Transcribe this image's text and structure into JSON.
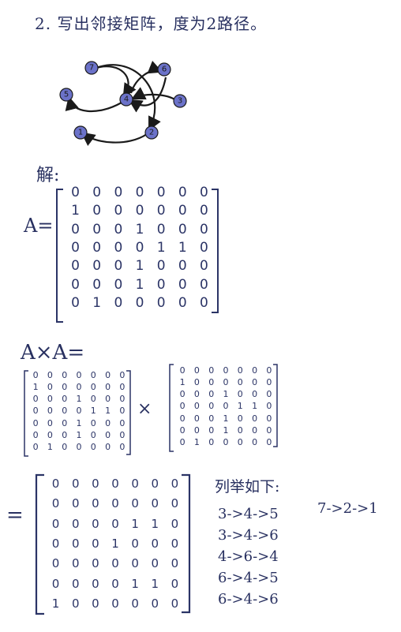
{
  "title": "2. 写出邻接矩阵，度为2路径。",
  "graph": {
    "nodes": [
      "7",
      "6",
      "5",
      "4",
      "3",
      "1",
      "2"
    ],
    "node_color": "#6b72c9",
    "edge_color": "#1a1a1a"
  },
  "solution_label": "解:",
  "a_label": "A=",
  "matrix_a": [
    [
      "0",
      "0",
      "0",
      "0",
      "0",
      "0",
      "0"
    ],
    [
      "1",
      "0",
      "0",
      "0",
      "0",
      "0",
      "0"
    ],
    [
      "0",
      "0",
      "0",
      "1",
      "0",
      "0",
      "0"
    ],
    [
      "0",
      "0",
      "0",
      "0",
      "1",
      "1",
      "0"
    ],
    [
      "0",
      "0",
      "0",
      "1",
      "0",
      "0",
      "0"
    ],
    [
      "0",
      "0",
      "0",
      "1",
      "0",
      "0",
      "0"
    ],
    [
      "0",
      "1",
      "0",
      "0",
      "0",
      "0",
      "0"
    ]
  ],
  "axa_label": "A×A=",
  "times_sign": "×",
  "equals_label": "=",
  "result_matrix": [
    [
      "0",
      "0",
      "0",
      "0",
      "0",
      "0",
      "0"
    ],
    [
      "0",
      "0",
      "0",
      "0",
      "0",
      "0",
      "0"
    ],
    [
      "0",
      "0",
      "0",
      "0",
      "1",
      "1",
      "0"
    ],
    [
      "0",
      "0",
      "0",
      "1",
      "0",
      "0",
      "0"
    ],
    [
      "0",
      "0",
      "0",
      "0",
      "0",
      "0",
      "0"
    ],
    [
      "0",
      "0",
      "0",
      "0",
      "1",
      "1",
      "0"
    ],
    [
      "1",
      "0",
      "0",
      "0",
      "0",
      "0",
      "0"
    ]
  ],
  "paths_title": "列举如下:",
  "paths": [
    "3->4->5",
    "3->4->6",
    "4->6->4",
    "6->4->5",
    "6->4->6"
  ],
  "extra_path": "7->2->1"
}
